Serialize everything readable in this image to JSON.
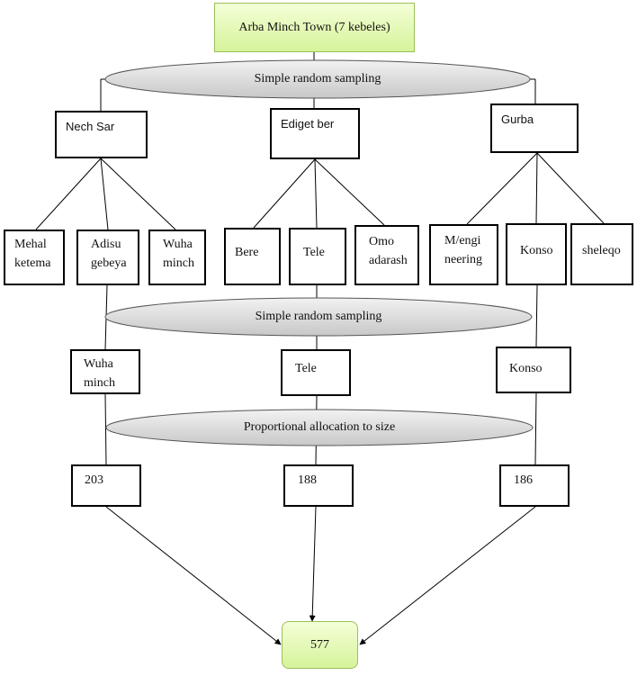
{
  "root": "Arba Minch Town (7 kebeles)",
  "steps": [
    "Simple random sampling",
    "Simple random sampling",
    "Proportional allocation to size"
  ],
  "kebeles": [
    "Nech Sar",
    "Ediget ber",
    "Gurba"
  ],
  "ketenas": [
    [
      "Mehal\nketema",
      "Adisu\ngebeya",
      "Wuha\nminch"
    ],
    [
      "Bere",
      "Tele",
      "Omo\nadarash"
    ],
    [
      "M/engi\nneering",
      "Konso",
      "sheleqo"
    ]
  ],
  "selected": [
    "Wuha\nminch",
    "Tele",
    "Konso"
  ],
  "sizes": [
    "203",
    "188",
    "186"
  ],
  "total": "577",
  "colors": {
    "oval_fill": "#d9d9d9",
    "green_fill": "#d6f39a",
    "line": "#000000"
  }
}
